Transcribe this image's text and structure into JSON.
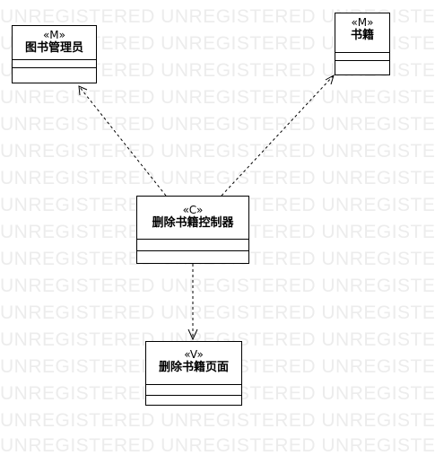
{
  "watermark": {
    "text": "UNREGISTERED UNREGISTERED UNREGISTERED UNREGISTERED",
    "color": "#ececec"
  },
  "diagram": {
    "classes": {
      "librarian": {
        "stereotype": "«M»",
        "name": "图书管理员"
      },
      "book": {
        "stereotype": "«M»",
        "name": "书籍"
      },
      "controller": {
        "stereotype": "«C»",
        "name": "删除书籍控制器"
      },
      "page": {
        "stereotype": "«V»",
        "name": "删除书籍页面"
      }
    },
    "dependencies": [
      {
        "from": "删除书籍控制器",
        "to": "图书管理员",
        "style": "dashed",
        "arrow": "open"
      },
      {
        "from": "删除书籍控制器",
        "to": "书籍",
        "style": "dashed",
        "arrow": "open"
      },
      {
        "from": "删除书籍控制器",
        "to": "删除书籍页面",
        "style": "dashed",
        "arrow": "open"
      }
    ]
  }
}
